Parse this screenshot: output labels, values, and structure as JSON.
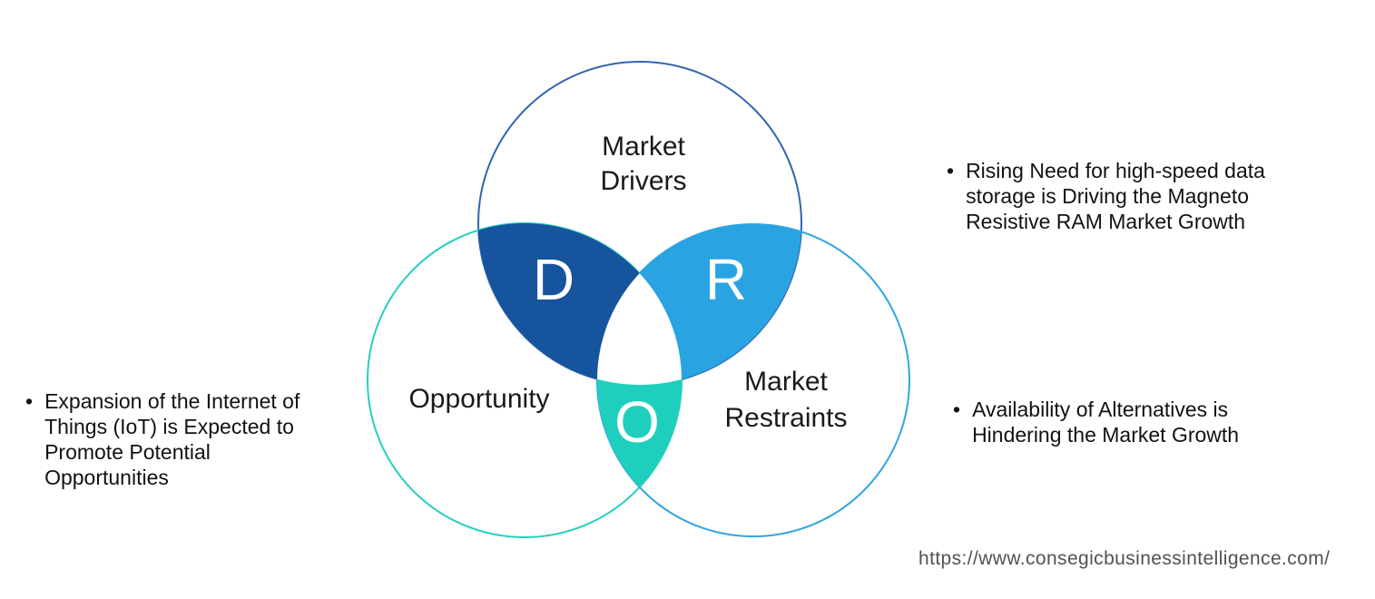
{
  "colors": {
    "background": "#ffffff",
    "drivers_stroke": "#3064b0",
    "opportunity_stroke": "#24cfc0",
    "restraints_stroke": "#30a6e0",
    "d_fill": "#17549e",
    "r_fill": "#29a3e2",
    "o_fill": "#1fcfbd",
    "center_fill": "#ffffff",
    "letter_color": "#ffffff"
  },
  "venn": {
    "labels": {
      "drivers": "Market\nDrivers",
      "opportunity": "Opportunity",
      "restraints": "Market\nRestraints"
    },
    "letters": {
      "d": "D",
      "r": "R",
      "o": "O"
    }
  },
  "bullets": {
    "marker": "•",
    "left": "Expansion of the Internet of\nThings (IoT) is Expected to\nPromote Potential\nOpportunities",
    "right_top": "Rising Need for high-speed data\nstorage is Driving the Magneto\nResistive RAM Market Growth",
    "right_bottom": "Availability of Alternatives is\nHindering the Market Growth"
  },
  "footer": {
    "url": "https://www.consegicbusinessintelligence.com/"
  }
}
